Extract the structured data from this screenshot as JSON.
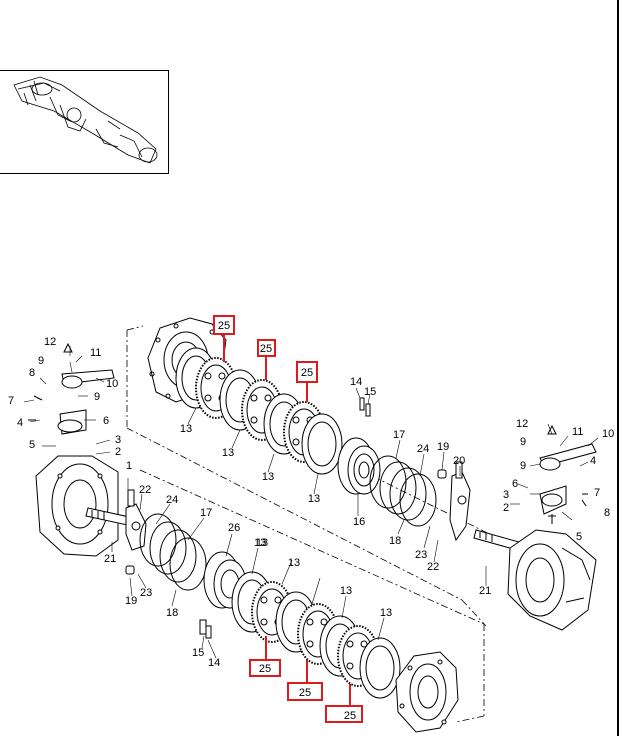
{
  "colors": {
    "highlight": "#e0191b",
    "ink": "#000000",
    "paper": "#ffffff"
  },
  "left_group": {
    "labels": [
      "12",
      "11",
      "9",
      "10",
      "8",
      "9",
      "7",
      "6",
      "4",
      "5",
      "3",
      "2",
      "1",
      "22",
      "24",
      "17",
      "26",
      "21",
      "13",
      "23",
      "19",
      "18",
      "15",
      "14"
    ]
  },
  "right_group": {
    "labels": [
      "12",
      "11",
      "10",
      "9",
      "4",
      "9",
      "6",
      "3",
      "7",
      "2",
      "8",
      "5",
      "20",
      "19",
      "24",
      "17",
      "16",
      "18",
      "23",
      "22",
      "21",
      "14",
      "15"
    ]
  },
  "upper_stack": {
    "labels": [
      "13",
      "13",
      "13",
      "13"
    ]
  },
  "lower_stack": {
    "labels": [
      "13",
      "13",
      "13",
      "13"
    ]
  },
  "callouts": {
    "upper": [
      "25",
      "25",
      "25"
    ],
    "lower": [
      "25",
      "25",
      "25"
    ]
  }
}
